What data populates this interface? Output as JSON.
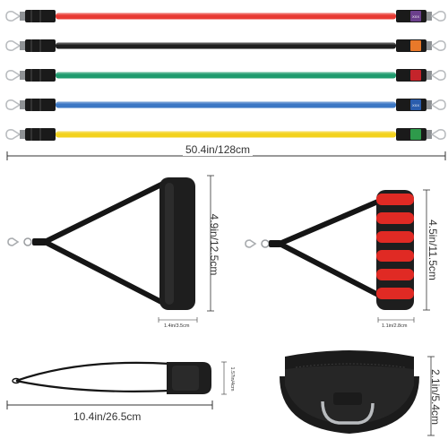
{
  "colors": {
    "band_red": "#e83a33",
    "band_black": "#1f1f1f",
    "band_green": "#1f9b6e",
    "band_blue": "#3c77c4",
    "band_yellow": "#f3d21d",
    "tag_purple": "#6b3f8c",
    "tag_orange": "#e8792a",
    "tag_red": "#c4242b",
    "tag_blue": "#2a5dad",
    "tag_green": "#2e9a4b",
    "foam_black": "#1e1e1e",
    "foam_red": "#e02a24",
    "strap": "#151515",
    "carabiner": "#b9bcbf",
    "dimension_line": "#333333"
  },
  "icons": [
    "carabiner-icon",
    "tube-band-icon",
    "foam-handle-icon",
    "ankle-strap-icon",
    "door-anchor-icon"
  ],
  "bands": [
    {
      "color": "band_red",
      "tag": "tag_purple",
      "tag_text": "XXX"
    },
    {
      "color": "band_black",
      "tag": "tag_orange",
      "tag_text": ""
    },
    {
      "color": "band_green",
      "tag": "tag_red",
      "tag_text": ""
    },
    {
      "color": "band_blue",
      "tag": "tag_blue",
      "tag_text": "XXX"
    },
    {
      "color": "band_yellow",
      "tag": "tag_green",
      "tag_text": ""
    }
  ],
  "labels": {
    "band_length": "50.4in/128cm",
    "handle1_height": "4.9in/12.5cm",
    "handle1_width": "1.4in/3.5cm",
    "handle2_height": "4.5in/11.5cm",
    "handle2_width": "1.1in/2.8cm",
    "anchor_length": "10.4in/26.5cm",
    "anchor_height": "1.57in/4cm",
    "ankle_height": "2.1in/5.4cm"
  }
}
